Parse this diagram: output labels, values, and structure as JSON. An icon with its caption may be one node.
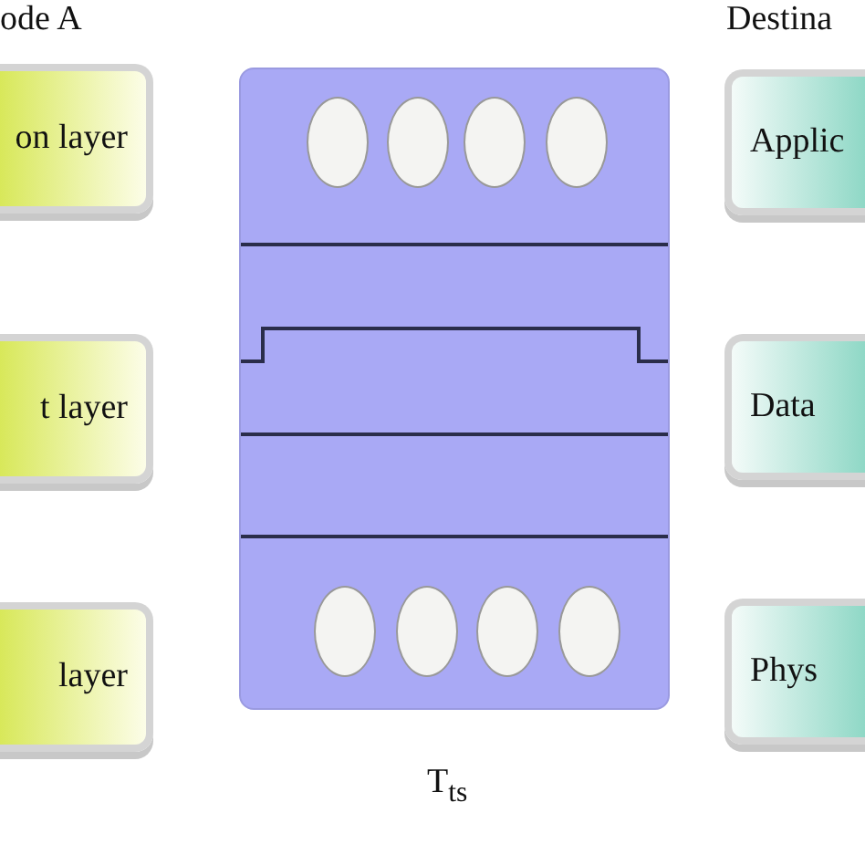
{
  "diagram": {
    "nodes": [
      {
        "text": [
          "on layer"
        ]
      },
      {
        "text": [
          "t layer"
        ]
      },
      {
        "text": [
          "layer"
        ]
      },
      {
        "text": [],
        "shape": "box"
      },
      {
        "text": [],
        "shape": "ellipse",
        "in": 3
      },
      {
        "text": [],
        "shape": "ellipse",
        "in": 3
      },
      {
        "text": [],
        "shape": "ellipse",
        "in": 3
      },
      {
        "text": [],
        "shape": "ellipse",
        "in": 3
      },
      {
        "text": [],
        "shape": "ellipse",
        "in": 3
      },
      {
        "text": [],
        "shape": "ellipse",
        "in": 3
      },
      {
        "text": [],
        "shape": "ellipse",
        "in": 3
      },
      {
        "text": [],
        "shape": "ellipse",
        "in": 3
      },
      {
        "text": [
          "Applic"
        ]
      },
      {
        "text": [
          "Data"
        ]
      },
      {
        "text": [
          "Phys"
        ]
      }
    ],
    "edges": [],
    "labels": [
      "ode A",
      "Destina",
      "T$_{ts}$"
    ]
  }
}
